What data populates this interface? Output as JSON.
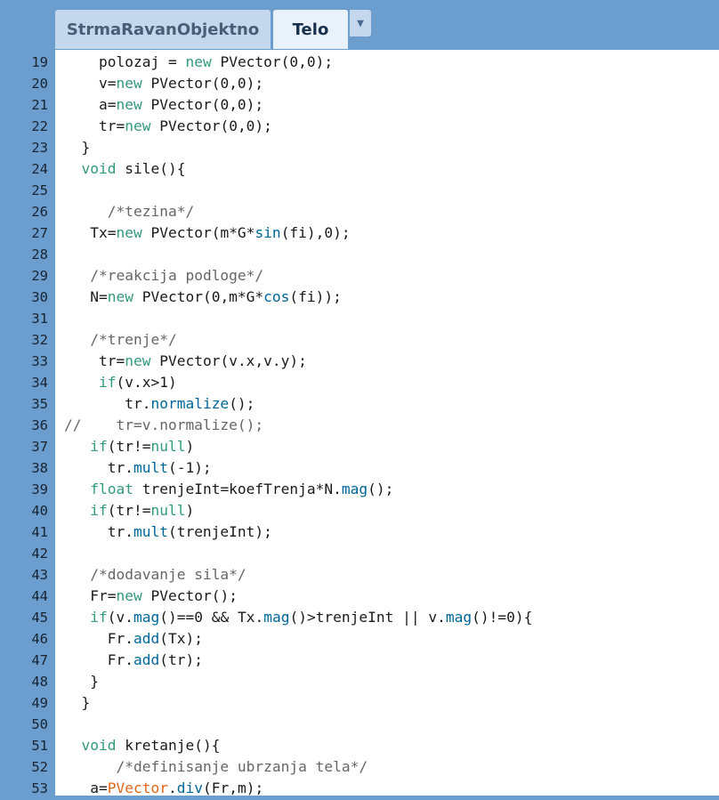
{
  "tabs": [
    {
      "label": "StrmaRavanObjektno"
    },
    {
      "label": "Telo"
    }
  ],
  "tab_menu": {
    "icon": "triangle-down-icon",
    "glyph": "▼"
  },
  "colors": {
    "chrome": "#6b9dcf",
    "tab_inactive": "#c5d7ec",
    "tab_active": "#e9f1fb",
    "keyword": "#33997e",
    "function": "#006699",
    "class": "#e2661a",
    "comment": "#666666"
  },
  "code": [
    {
      "num": "19",
      "tokens": [
        [
          "t",
          "    polozaj = "
        ],
        [
          "kw",
          "new"
        ],
        [
          "t",
          " PVector(0,0);"
        ]
      ]
    },
    {
      "num": "20",
      "tokens": [
        [
          "t",
          "    v="
        ],
        [
          "kw",
          "new"
        ],
        [
          "t",
          " PVector(0,0);"
        ]
      ]
    },
    {
      "num": "21",
      "tokens": [
        [
          "t",
          "    a="
        ],
        [
          "kw",
          "new"
        ],
        [
          "t",
          " PVector(0,0);"
        ]
      ]
    },
    {
      "num": "22",
      "tokens": [
        [
          "t",
          "    tr="
        ],
        [
          "kw",
          "new"
        ],
        [
          "t",
          " PVector(0,0);"
        ]
      ]
    },
    {
      "num": "23",
      "tokens": [
        [
          "t",
          "  }"
        ]
      ]
    },
    {
      "num": "24",
      "tokens": [
        [
          "t",
          "  "
        ],
        [
          "kw",
          "void"
        ],
        [
          "t",
          " sile(){"
        ]
      ]
    },
    {
      "num": "25",
      "tokens": []
    },
    {
      "num": "26",
      "tokens": [
        [
          "t",
          "     "
        ],
        [
          "cm",
          "/*tezina*/"
        ]
      ]
    },
    {
      "num": "27",
      "tokens": [
        [
          "t",
          "   Tx="
        ],
        [
          "kw",
          "new"
        ],
        [
          "t",
          " PVector(m*G*"
        ],
        [
          "fn",
          "sin"
        ],
        [
          "t",
          "(fi),0);"
        ]
      ]
    },
    {
      "num": "28",
      "tokens": []
    },
    {
      "num": "29",
      "tokens": [
        [
          "t",
          "   "
        ],
        [
          "cm",
          "/*reakcija podloge*/"
        ]
      ]
    },
    {
      "num": "30",
      "tokens": [
        [
          "t",
          "   N="
        ],
        [
          "kw",
          "new"
        ],
        [
          "t",
          " PVector(0,m*G*"
        ],
        [
          "fn",
          "cos"
        ],
        [
          "t",
          "(fi));"
        ]
      ]
    },
    {
      "num": "31",
      "tokens": []
    },
    {
      "num": "32",
      "tokens": [
        [
          "t",
          "   "
        ],
        [
          "cm",
          "/*trenje*/"
        ]
      ]
    },
    {
      "num": "33",
      "tokens": [
        [
          "t",
          "    tr="
        ],
        [
          "kw",
          "new"
        ],
        [
          "t",
          " PVector(v.x,v.y);"
        ]
      ]
    },
    {
      "num": "34",
      "tokens": [
        [
          "t",
          "    "
        ],
        [
          "kw",
          "if"
        ],
        [
          "t",
          "(v.x>1)"
        ]
      ]
    },
    {
      "num": "35",
      "tokens": [
        [
          "t",
          "       tr."
        ],
        [
          "fn",
          "normalize"
        ],
        [
          "t",
          "();"
        ]
      ]
    },
    {
      "num": "36",
      "tokens": [
        [
          "cm",
          "//    tr=v.normalize();"
        ]
      ]
    },
    {
      "num": "37",
      "tokens": [
        [
          "t",
          "   "
        ],
        [
          "kw",
          "if"
        ],
        [
          "t",
          "(tr!="
        ],
        [
          "kw",
          "null"
        ],
        [
          "t",
          ")"
        ]
      ]
    },
    {
      "num": "38",
      "tokens": [
        [
          "t",
          "     tr."
        ],
        [
          "fn",
          "mult"
        ],
        [
          "t",
          "(-1);"
        ]
      ]
    },
    {
      "num": "39",
      "tokens": [
        [
          "t",
          "   "
        ],
        [
          "kw",
          "float"
        ],
        [
          "t",
          " trenjeInt=koefTrenja*N."
        ],
        [
          "fn",
          "mag"
        ],
        [
          "t",
          "();"
        ]
      ]
    },
    {
      "num": "40",
      "tokens": [
        [
          "t",
          "   "
        ],
        [
          "kw",
          "if"
        ],
        [
          "t",
          "(tr!="
        ],
        [
          "kw",
          "null"
        ],
        [
          "t",
          ")"
        ]
      ]
    },
    {
      "num": "41",
      "tokens": [
        [
          "t",
          "     tr."
        ],
        [
          "fn",
          "mult"
        ],
        [
          "t",
          "(trenjeInt);"
        ]
      ]
    },
    {
      "num": "42",
      "tokens": []
    },
    {
      "num": "43",
      "tokens": [
        [
          "t",
          "   "
        ],
        [
          "cm",
          "/*dodavanje sila*/"
        ]
      ]
    },
    {
      "num": "44",
      "tokens": [
        [
          "t",
          "   Fr="
        ],
        [
          "kw",
          "new"
        ],
        [
          "t",
          " PVector();"
        ]
      ]
    },
    {
      "num": "45",
      "tokens": [
        [
          "t",
          "   "
        ],
        [
          "kw",
          "if"
        ],
        [
          "t",
          "(v."
        ],
        [
          "fn",
          "mag"
        ],
        [
          "t",
          "()==0 && Tx."
        ],
        [
          "fn",
          "mag"
        ],
        [
          "t",
          "()>trenjeInt || v."
        ],
        [
          "fn",
          "mag"
        ],
        [
          "t",
          "()!=0){"
        ]
      ]
    },
    {
      "num": "46",
      "tokens": [
        [
          "t",
          "     Fr."
        ],
        [
          "fn",
          "add"
        ],
        [
          "t",
          "(Tx);"
        ]
      ]
    },
    {
      "num": "47",
      "tokens": [
        [
          "t",
          "     Fr."
        ],
        [
          "fn",
          "add"
        ],
        [
          "t",
          "(tr);"
        ]
      ]
    },
    {
      "num": "48",
      "tokens": [
        [
          "t",
          "   }"
        ]
      ]
    },
    {
      "num": "49",
      "tokens": [
        [
          "t",
          "  }"
        ]
      ]
    },
    {
      "num": "50",
      "tokens": []
    },
    {
      "num": "51",
      "tokens": [
        [
          "t",
          "  "
        ],
        [
          "kw",
          "void"
        ],
        [
          "t",
          " kretanje(){"
        ]
      ]
    },
    {
      "num": "52",
      "tokens": [
        [
          "t",
          "      "
        ],
        [
          "cm",
          "/*definisanje ubrzanja tela*/"
        ]
      ]
    },
    {
      "num": "53",
      "tokens": [
        [
          "t",
          "   a="
        ],
        [
          "cls",
          "PVector"
        ],
        [
          "t",
          "."
        ],
        [
          "fn",
          "div"
        ],
        [
          "t",
          "(Fr,m);"
        ]
      ]
    }
  ]
}
